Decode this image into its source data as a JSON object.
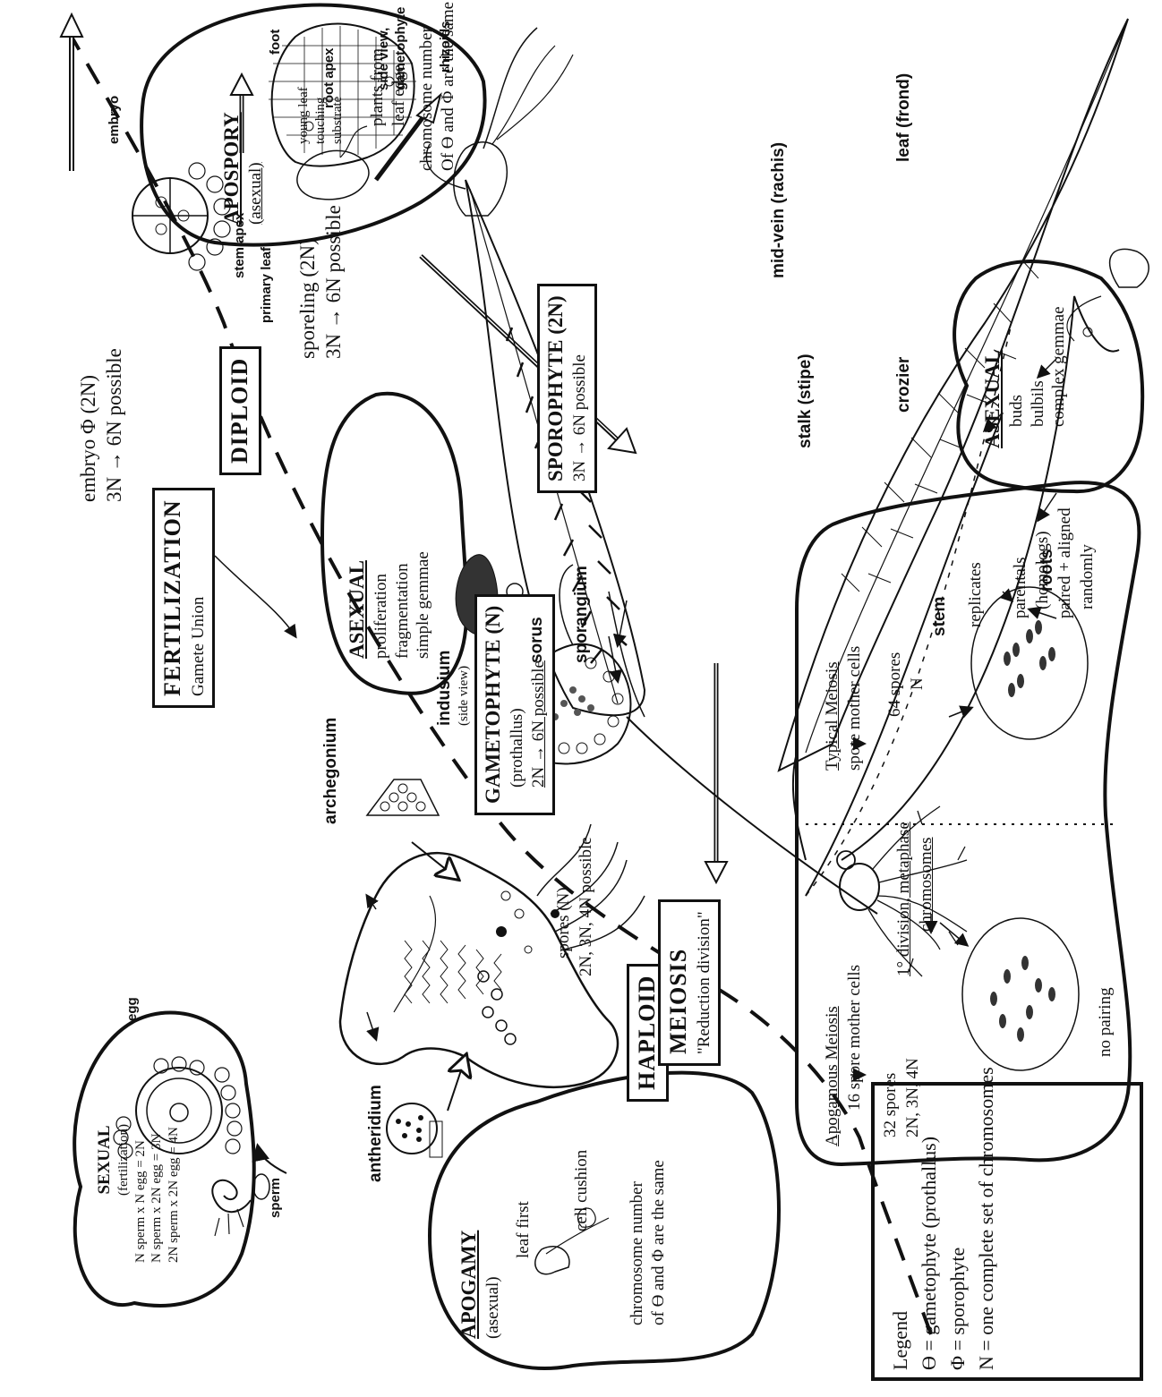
{
  "sexual": {
    "title": "SEXUAL",
    "subtitle": "(fertilization)",
    "lines": [
      "N sperm x N egg   = 2N",
      "N sperm x 2N egg = 3N",
      "2N sperm x 2N egg = 4N"
    ]
  },
  "apogamy": {
    "title": "APOGAMY",
    "subtitle": "(asexual)",
    "leaf_first": "leaf first",
    "cell_cushion": "cell cushion",
    "note": [
      "chromosome number",
      "of",
      "and",
      "are the same"
    ]
  },
  "asexual_gametophyte": {
    "title": "ASEXUAL",
    "items": [
      "proliferation",
      "fragmentation",
      "simple gemmae"
    ]
  },
  "gametophyte": {
    "title": "GAMETOPHYTE  (N)",
    "subtitle": "(prothallus)",
    "ploidy": "2N → 6N possible"
  },
  "spores": {
    "label": "spores (N)",
    "ploidy": "2N, 3N, 4N possible"
  },
  "fertilization": {
    "title": "FERTILIZATION",
    "subtitle": "Gamete Union",
    "diploid": "DIPLOID"
  },
  "haploid": "HAPLOID",
  "meiosis": {
    "title": "MEIOSIS",
    "subtitle": "\"Reduction division\""
  },
  "meiosis_box": {
    "apogamous": "Apogamous Meiosis",
    "apogamous_cells": "16 spore mother cells",
    "apogamous_spores": "32 spores",
    "apogamous_ploidy": "2N, 3N, 4N",
    "typical": "Typical Meiosis",
    "typical_cells": "spore mother cells",
    "typical_spores": "64 spores",
    "typical_ploidy": "N",
    "division": "1° division, metaphase",
    "chromosomes": "chromosomes",
    "no_pairing": "no pairing",
    "replicates": "replicates",
    "parentals": "parentals",
    "homologs": "(homologs)",
    "paired": "paired + aligned",
    "randomly": "randomly"
  },
  "embryo": {
    "label": "embryo",
    "ploidy": "(2N)",
    "possible": "3N → 6N possible"
  },
  "embryo_parts": {
    "embryo": "embryo",
    "stem_apex": "stem apex",
    "primary_leaf": "primary leaf",
    "foot": "foot",
    "root_apex": "root apex"
  },
  "sporeling": {
    "label": "sporeling (2N)",
    "ploidy": "3N → 6N possible"
  },
  "side_view": {
    "line1": "side view,",
    "line2": "gametophyte",
    "rhizoids": "rhizoids"
  },
  "apospory": {
    "title": "APOSPORY",
    "subtitle": "(asexual)",
    "young_leaf": [
      "young leaf",
      "touching",
      "substrate"
    ],
    "plants": [
      "plants from",
      "leaf edge"
    ],
    "note": [
      "chromosome number",
      "Of",
      "and",
      "are the same"
    ]
  },
  "sporophyte": {
    "title": "SPOROPHYTE  (2N)",
    "ploidy": "3N → 6N possible"
  },
  "fern_labels": {
    "mid_vein": "mid-vein (rachis)",
    "leaf_frond": "leaf (frond)",
    "stalk": "stalk (stipe)",
    "crozier": "crozier",
    "stem": "stem",
    "roots": "roots",
    "sorus": "sorus",
    "sporangium": "sporangium",
    "indusium": "indusium",
    "indusium_view": "(side view)"
  },
  "asexual_sporophyte": {
    "title": "ASEXUAL",
    "items": [
      "buds",
      "bulbils",
      "complex gemmae"
    ]
  },
  "gametophyte_parts": {
    "archegonium": "archegonium",
    "antheridium": "antheridium",
    "egg": "egg",
    "sperm": "sperm"
  },
  "legend": {
    "title": "Legend",
    "gametophyte": "= gametophyte (prothallus)",
    "sporophyte": "= sporophyte",
    "n_def": "N = one complete set of chromosomes"
  }
}
